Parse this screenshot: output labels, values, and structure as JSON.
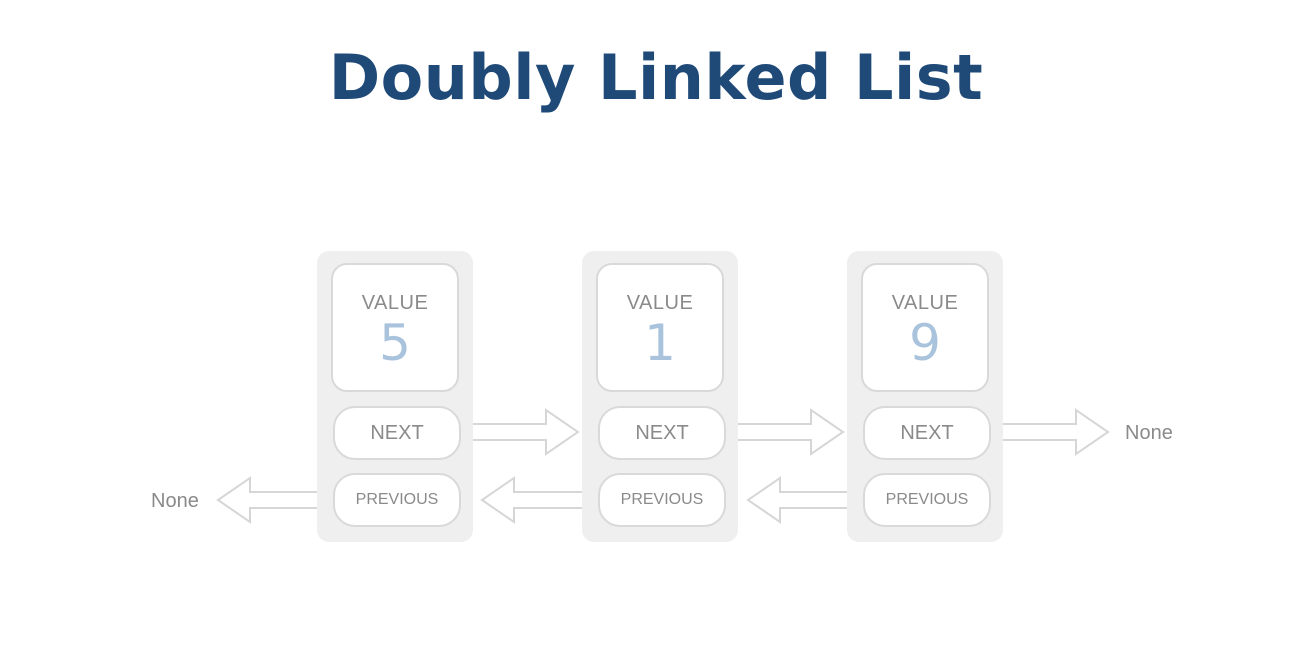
{
  "title": "Doubly Linked List",
  "nodes": [
    {
      "value_label": "VALUE",
      "value": "5",
      "next_label": "NEXT",
      "prev_label": "PREVIOUS"
    },
    {
      "value_label": "VALUE",
      "value": "1",
      "next_label": "NEXT",
      "prev_label": "PREVIOUS"
    },
    {
      "value_label": "VALUE",
      "value": "9",
      "next_label": "NEXT",
      "prev_label": "PREVIOUS"
    }
  ],
  "none_right": "None",
  "none_left": "None",
  "colors": {
    "title": "#1f4a78",
    "value_number": "#a9c3dc",
    "node_background": "#efefef",
    "cell_border": "#d9d9d9",
    "label_text": "#8a8a8a"
  }
}
